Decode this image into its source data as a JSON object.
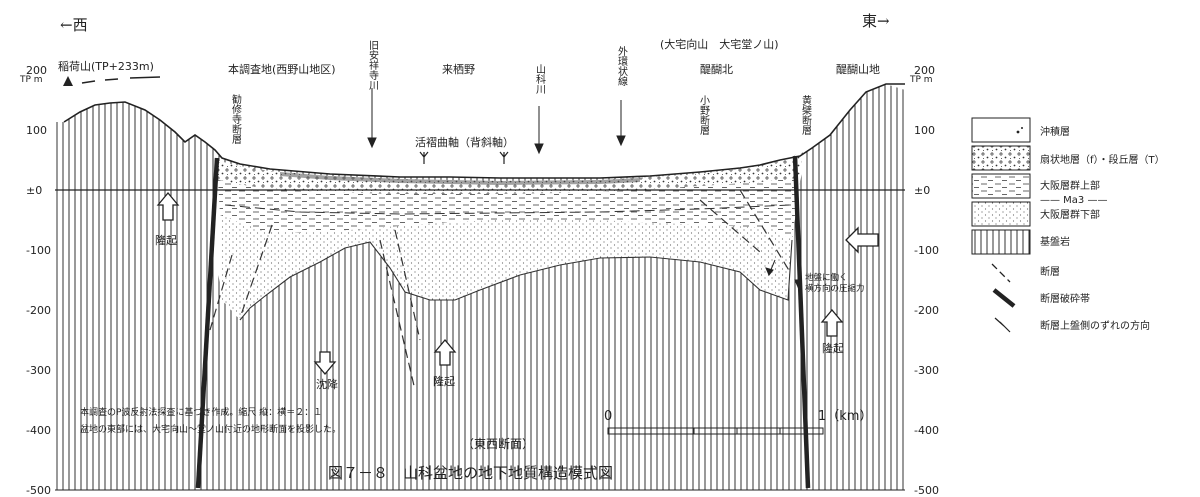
{
  "directions": {
    "west": "←西",
    "east": "東→"
  },
  "axis": {
    "unit": "TP m",
    "ticks": [
      {
        "v": 200,
        "label": "200"
      },
      {
        "v": 100,
        "label": "100"
      },
      {
        "v": 0,
        "label": "±0"
      },
      {
        "v": -100,
        "label": "-100"
      },
      {
        "v": -200,
        "label": "-200"
      },
      {
        "v": -300,
        "label": "-300"
      },
      {
        "v": -400,
        "label": "-400"
      },
      {
        "v": -500,
        "label": "-500"
      }
    ]
  },
  "top_labels": {
    "inariyama": "稲荷山(TP+233m)",
    "survey_area": "本調査地(西野山地区)",
    "kyu_anshoji_river": "旧安祥寺川",
    "kusuno": "来栖野",
    "yamashina_river": "山科川",
    "gaikan_line": "外環状線",
    "parenthetical": "(大宅向山　大宅堂ノ山)",
    "daigo_kita": "醍醐北",
    "daigo_mountains": "醍醐山地"
  },
  "faults": {
    "kanshuji": "勧修寺断層",
    "ono": "小野断層",
    "obaku": "黄檗断層"
  },
  "annotations": {
    "active_fold": "活褶曲軸（背斜軸）",
    "uplift_left": "隆起",
    "subsidence": "沈降",
    "uplift_center": "隆起",
    "uplift_right": "隆起",
    "compression": "地盤に働く横方向の圧縮力"
  },
  "legend": [
    {
      "key": "alluvium",
      "label": "沖積層"
    },
    {
      "key": "fan",
      "label": "扇状地層（f）・段丘層（T）"
    },
    {
      "key": "upper",
      "label": "大阪層群上部"
    },
    {
      "key": "ma3",
      "label": "—— Ma3 ——"
    },
    {
      "key": "lower",
      "label": "大阪層群下部"
    },
    {
      "key": "basement",
      "label": "基盤岩"
    },
    {
      "key": "fault",
      "label": "断層"
    },
    {
      "key": "fracture",
      "label": "断層破砕帯"
    },
    {
      "key": "hanging",
      "label": "断層上盤側のずれの方向"
    }
  ],
  "notes": [
    "本調査のP波反射法探査に基づき作成。縮尺 縦：横＝２：１",
    "盆地の東部には、大宅向山～堂ノ山付近の地形断面を投影した。"
  ],
  "section_label": "（東西断面）",
  "scale": {
    "zero": "0",
    "one": "1（km）"
  },
  "caption": "図７－８　山科盆地の地下地質構造模式図"
}
